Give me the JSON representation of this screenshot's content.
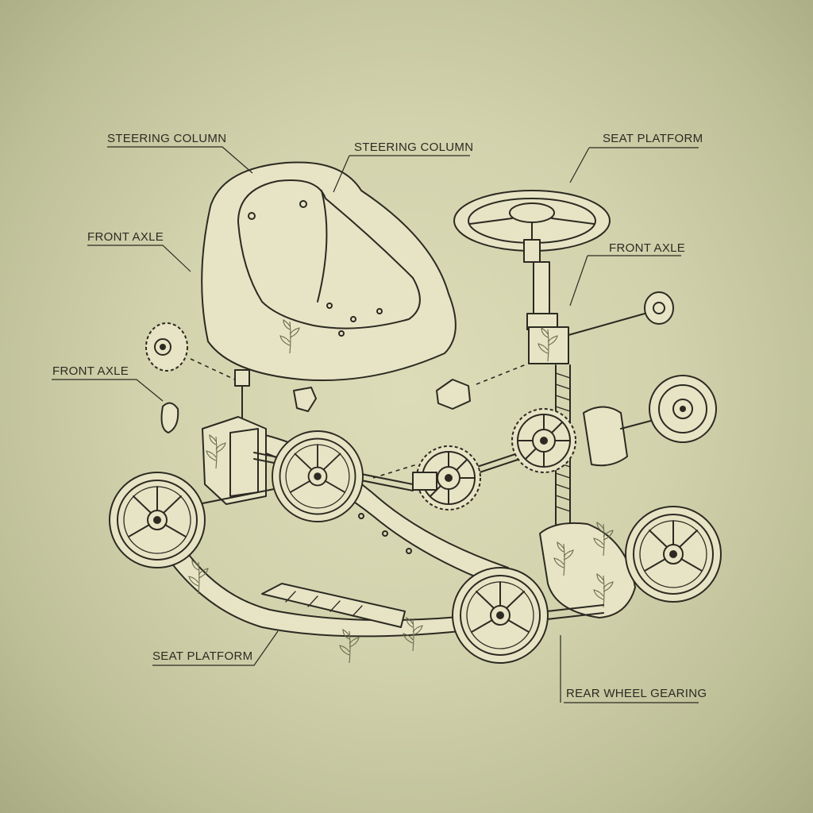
{
  "labels": {
    "steering_column_1": "STEERING COLUMN",
    "steering_column_2": "STEERING COLUMN",
    "seat_platform_1": "SEAT PLATFORM",
    "front_axle_1": "FRONT AXLE",
    "front_axle_2": "FRONT AXLE",
    "front_axle_3": "FRONT AXLE",
    "seat_platform_2": "SEAT PLATFORM",
    "rear_wheel_gearing": "REAR WHEEL GEARING"
  },
  "colors": {
    "paper": "#d2d3ad",
    "ink": "#2c2a22",
    "leaf_pattern": "#6b6a4e"
  },
  "icons": {
    "seat": "bucket-seat-illustration",
    "steering_wheel": "steering-wheel-illustration",
    "gear": "gear-illustration",
    "wheel": "wheel-illustration"
  }
}
